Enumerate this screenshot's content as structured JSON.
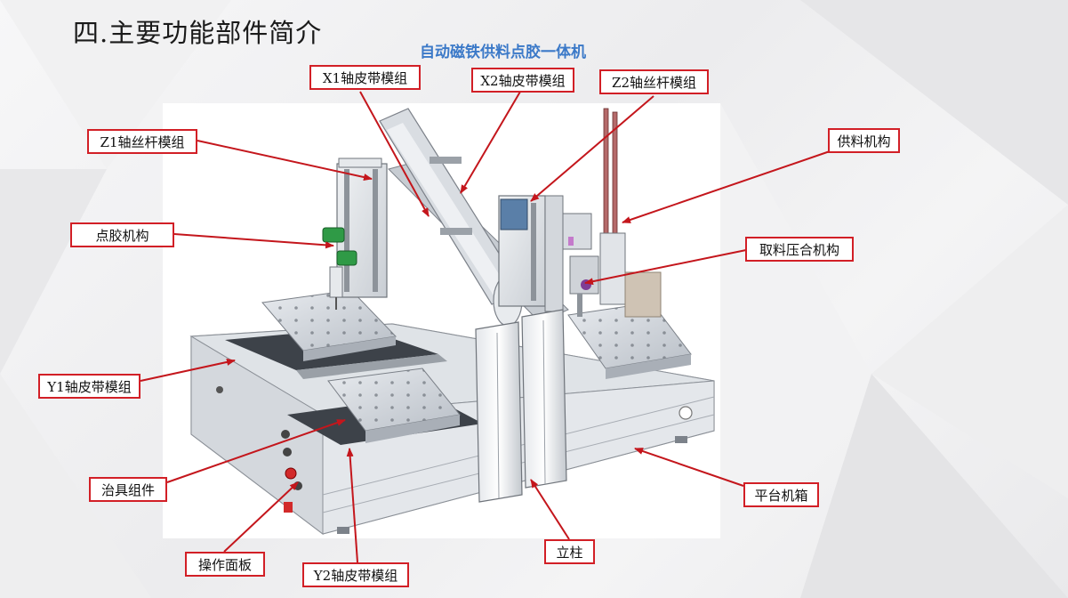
{
  "slide": {
    "title": "四.主要功能部件简介",
    "subtitle": "自动磁铁供料点胶一体机"
  },
  "labels": {
    "x1_belt_module": "X1轴皮带模组",
    "x2_belt_module": "X2轴皮带模组",
    "z2_screw_module": "Z2轴丝杆模组",
    "z1_screw_module": "Z1轴丝杆模组",
    "feeding_mechanism": "供料机构",
    "dispensing_mechanism": "点胶机构",
    "pick_press_mechanism": "取料压合机构",
    "y1_belt_module": "Y1轴皮带模组",
    "fixture_assembly": "治具组件",
    "platform_cabinet": "平台机箱",
    "operation_panel": "操作面板",
    "column": "立柱",
    "y2_belt_module": "Y2轴皮带模组"
  },
  "colors": {
    "callout_border": "#d21f26",
    "arrow": "#c4161c",
    "subtitle": "#3b79c8",
    "title": "#1a1a1a"
  }
}
